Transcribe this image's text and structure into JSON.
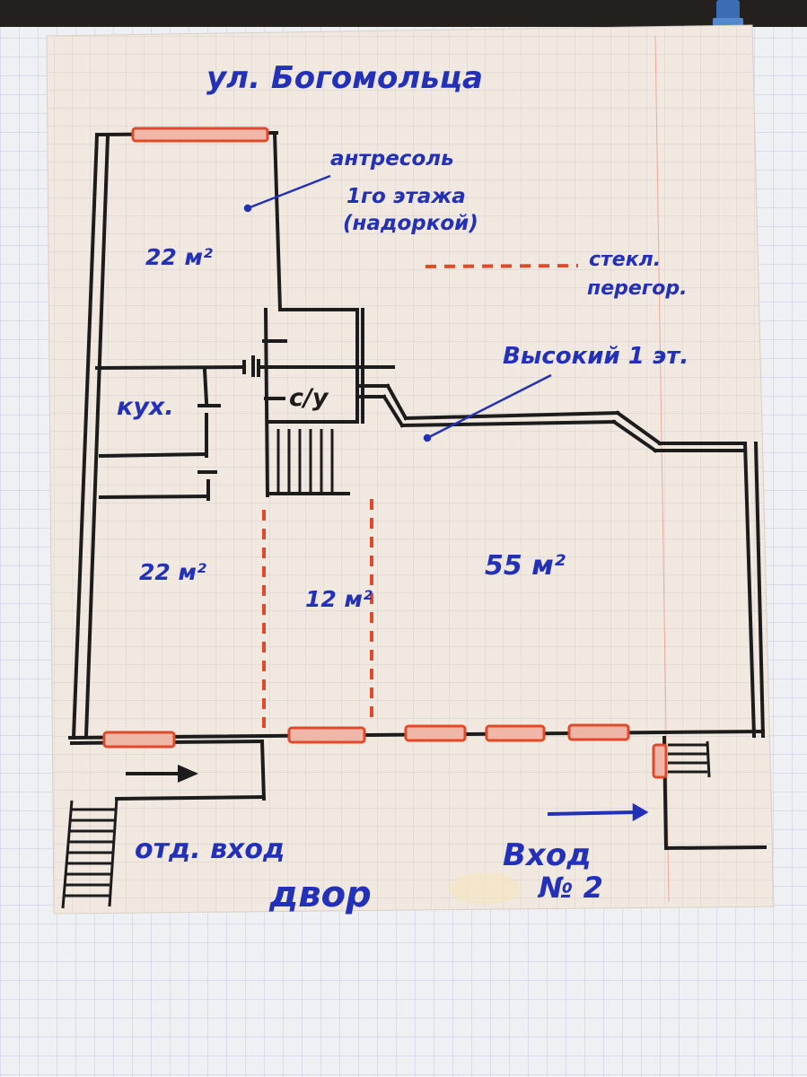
{
  "plan": {
    "street": "ул. Богомольца",
    "mezzanine": {
      "line1": "антресоль",
      "line2": "1го этажа",
      "line3": "(надоркой)"
    },
    "legend": {
      "line1": "стекл.",
      "line2": "перегор."
    },
    "high_floor": "Высокий 1 эт.",
    "kitchen": "кух.",
    "wc": "с/у",
    "rooms": {
      "top_left_area": "22 м²",
      "bottom_left_area": "22 м²",
      "middle_area": "12 м²",
      "main_area": "55 м²"
    },
    "separate_entrance": "отд. вход",
    "yard": "двор",
    "entrance2": {
      "line1": "Вход",
      "line2": "№ 2"
    }
  },
  "colors": {
    "ink_blue": "#2330b8",
    "ink_black": "#1c1c1c",
    "ink_red": "#e04a2a",
    "paper": "#f1eae2",
    "grid": "#c9d3e6"
  }
}
